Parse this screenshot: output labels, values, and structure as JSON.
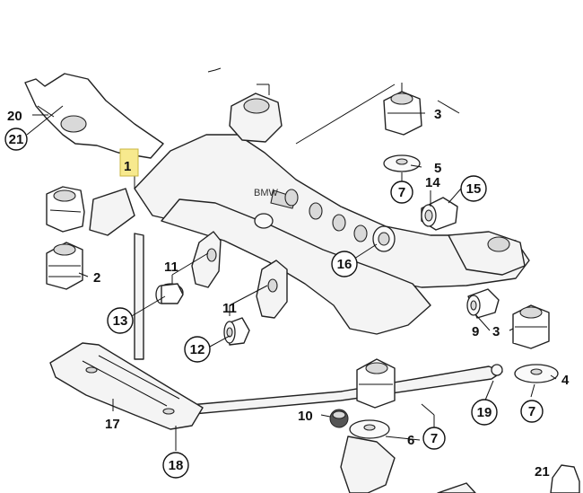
{
  "callouts": {
    "c1": "1",
    "c2": "2",
    "c3a": "3",
    "c3b": "3",
    "c4": "4",
    "c5": "5",
    "c6": "6",
    "c7a": "7",
    "c7b": "7",
    "c7c": "7",
    "c9": "9",
    "c10": "10",
    "c11a": "11",
    "c11b": "11",
    "c12": "12",
    "c13": "13",
    "c14": "14",
    "c15": "15",
    "c16": "16",
    "c17": "17",
    "c18": "18",
    "c19": "19",
    "c20": "20",
    "c21a": "21",
    "c21b": "21"
  },
  "colors": {
    "highlight": "#f7e98e",
    "line": "#222222",
    "background": "#ffffff"
  }
}
